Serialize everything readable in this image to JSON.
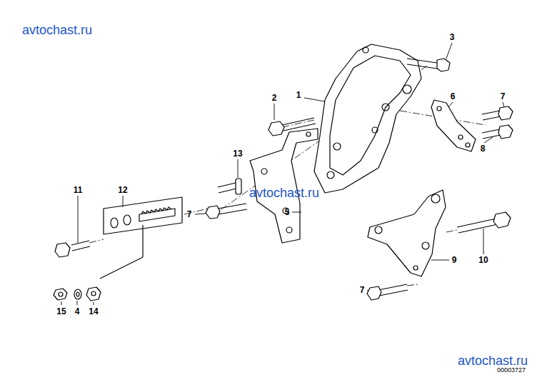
{
  "diagram": {
    "labels": [
      "avtochast.ru",
      "3",
      "2",
      "1",
      "6",
      "7",
      "8",
      "13",
      "avtochast.ru",
      "11",
      "12",
      "7",
      "5",
      "9",
      "10",
      "7",
      "15",
      "4",
      "14",
      "avtochast.ru",
      "00003727"
    ]
  }
}
